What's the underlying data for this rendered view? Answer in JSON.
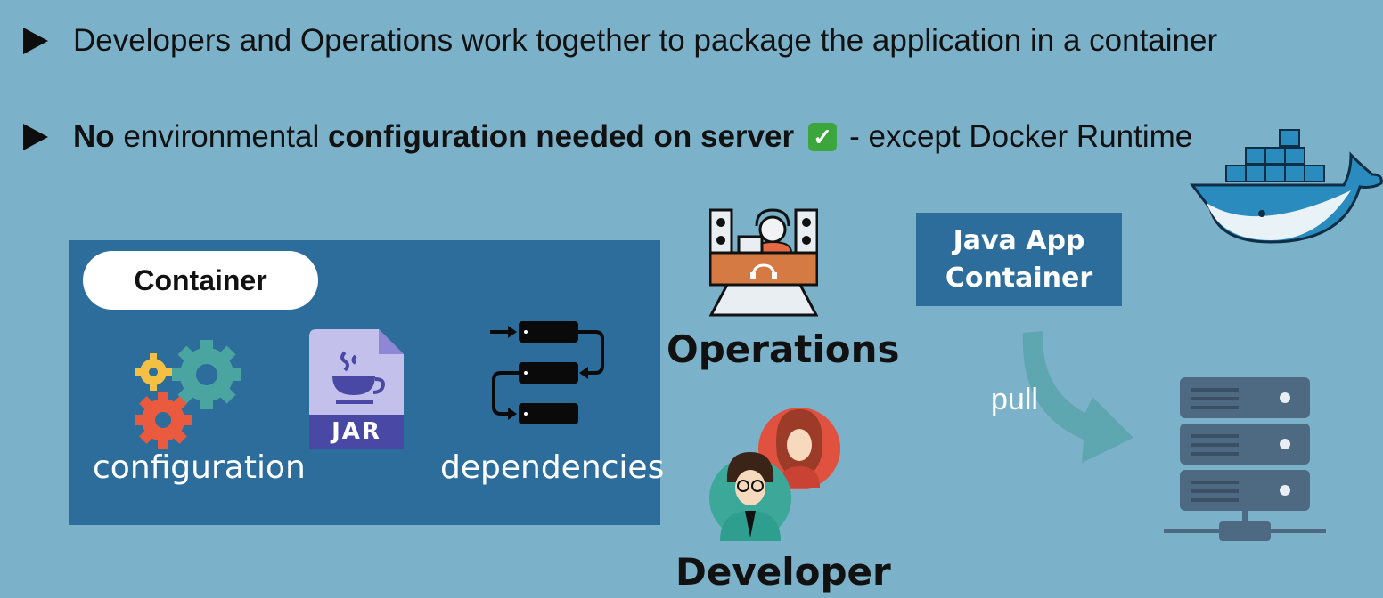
{
  "bullets": {
    "line1": "Developers and Operations work together to package the application in a container",
    "line2_bold1": "No",
    "line2_text1": " environmental ",
    "line2_bold2": "configuration needed on server",
    "line2_check": "✓",
    "line2_text2": "- except Docker Runtime"
  },
  "container": {
    "title": "Container",
    "configuration_label": "configuration",
    "dependencies_label": "dependencies",
    "jar_label": "JAR"
  },
  "roles": {
    "operations": "Operations",
    "developer": "Developer"
  },
  "java_container": {
    "line1": "Java App",
    "line2": "Container"
  },
  "pull_label": "pull",
  "icons": [
    "gears-icon",
    "jar-file-icon",
    "dependencies-icon",
    "operations-desk-icon",
    "developer-avatars-icon",
    "docker-whale-icon",
    "pull-arrow-icon",
    "server-icon"
  ],
  "colors": {
    "background": "#7bb1c9",
    "container_box": "#2d6d9c",
    "text": "#111111"
  }
}
